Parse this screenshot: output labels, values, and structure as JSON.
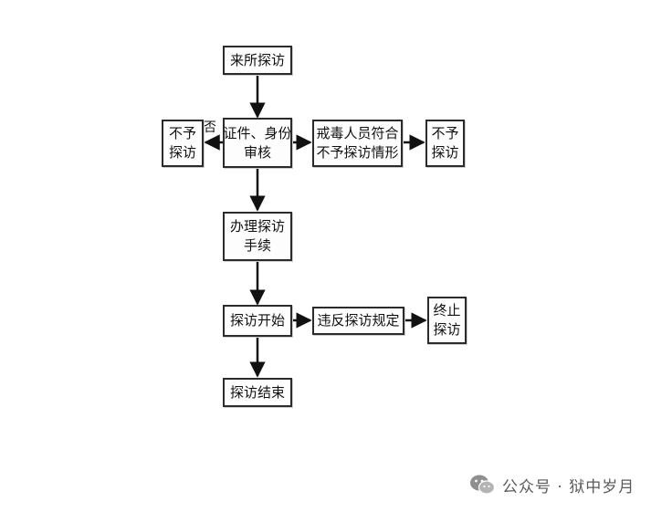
{
  "diagram": {
    "nodes": {
      "start": "来所探访",
      "verify": [
        "证件、身份",
        "审核"
      ],
      "deny_left": [
        "不予",
        "探访"
      ],
      "condition": [
        "戒毒人员符合",
        "不予探访情形"
      ],
      "deny_right": [
        "不予",
        "探访"
      ],
      "procedure": [
        "办理探访",
        "手续"
      ],
      "visit_start": "探访开始",
      "violation": "违反探访规定",
      "terminate": [
        "终止",
        "探访"
      ],
      "visit_end": "探访结束"
    },
    "edge_labels": {
      "verify_no": "否"
    }
  },
  "watermark": {
    "text": "公众号 · 狱中岁月",
    "icon": "wechat-icon"
  },
  "colors": {
    "line": "#111111",
    "border": "#2b2b2b",
    "watermark": "#5a5a5a"
  }
}
